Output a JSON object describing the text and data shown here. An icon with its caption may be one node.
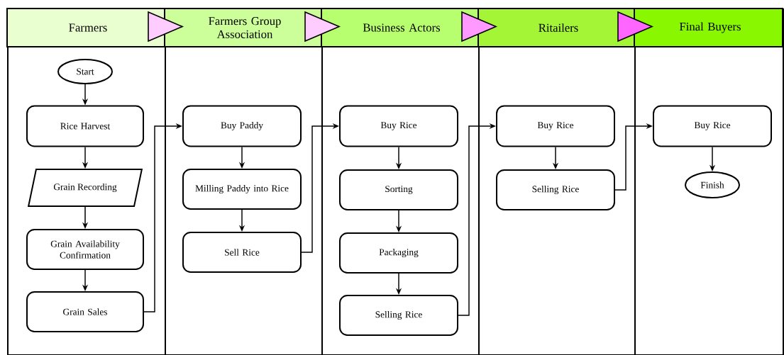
{
  "diagram": {
    "nodes": [
      {
        "text": [
          "Farmers"
        ]
      },
      {
        "text": [
          "Farmers Group Association"
        ]
      },
      {
        "text": [
          "Business Actors"
        ]
      },
      {
        "text": [
          "Ritailers"
        ]
      },
      {
        "text": [
          "Final Buyers"
        ]
      },
      {
        "text": [
          "Start"
        ],
        "in": 0
      },
      {
        "text": [
          "Rice Harvest"
        ],
        "in": 0
      },
      {
        "text": [
          "Grain Recording"
        ],
        "in": 0
      },
      {
        "text": [
          "Grain Availability Confirmation"
        ],
        "in": 0
      },
      {
        "text": [
          "Grain Sales"
        ],
        "in": 0
      },
      {
        "text": [
          "Buy Paddy"
        ],
        "in": 1
      },
      {
        "text": [
          "Milling Paddy into Rice"
        ],
        "in": 1
      },
      {
        "text": [
          "Sell Rice"
        ],
        "in": 1
      },
      {
        "text": [
          "Buy Rice"
        ],
        "in": 2
      },
      {
        "text": [
          "Sorting"
        ],
        "in": 2
      },
      {
        "text": [
          "Packaging"
        ],
        "in": 2
      },
      {
        "text": [
          "Selling Rice"
        ],
        "in": 2
      },
      {
        "text": [
          "Buy Rice"
        ],
        "in": 3
      },
      {
        "text": [
          "Selling Rice"
        ],
        "in": 3
      },
      {
        "text": [
          "Buy Rice"
        ],
        "in": 4
      },
      {
        "text": [
          "Finish"
        ],
        "in": 4
      }
    ],
    "edges": [
      {
        "from": 0,
        "to": 1,
        "arrow": "to",
        "color": "#ffccff"
      },
      {
        "from": 1,
        "to": 2,
        "arrow": "to",
        "color": "#ffccff"
      },
      {
        "from": 2,
        "to": 3,
        "arrow": "to",
        "color": "#ff99ff"
      },
      {
        "from": 3,
        "to": 4,
        "arrow": "to",
        "color": "#ff66ff"
      },
      {
        "from": 5,
        "to": 6,
        "arrow": "to"
      },
      {
        "from": 6,
        "to": 7,
        "arrow": "to"
      },
      {
        "from": 7,
        "to": 8,
        "arrow": "to"
      },
      {
        "from": 8,
        "to": 9,
        "arrow": "to"
      },
      {
        "from": 9,
        "to": 10,
        "arrow": "to"
      },
      {
        "from": 10,
        "to": 11,
        "arrow": "to"
      },
      {
        "from": 11,
        "to": 12,
        "arrow": "to"
      },
      {
        "from": 12,
        "to": 13,
        "arrow": "to"
      },
      {
        "from": 13,
        "to": 14,
        "arrow": "to"
      },
      {
        "from": 14,
        "to": 15,
        "arrow": "to"
      },
      {
        "from": 15,
        "to": 16,
        "arrow": "to"
      },
      {
        "from": 16,
        "to": 17,
        "arrow": "to"
      },
      {
        "from": 17,
        "to": 18,
        "arrow": "to"
      },
      {
        "from": 18,
        "to": 19,
        "arrow": "to"
      },
      {
        "from": 19,
        "to": 20,
        "arrow": "to"
      }
    ]
  }
}
